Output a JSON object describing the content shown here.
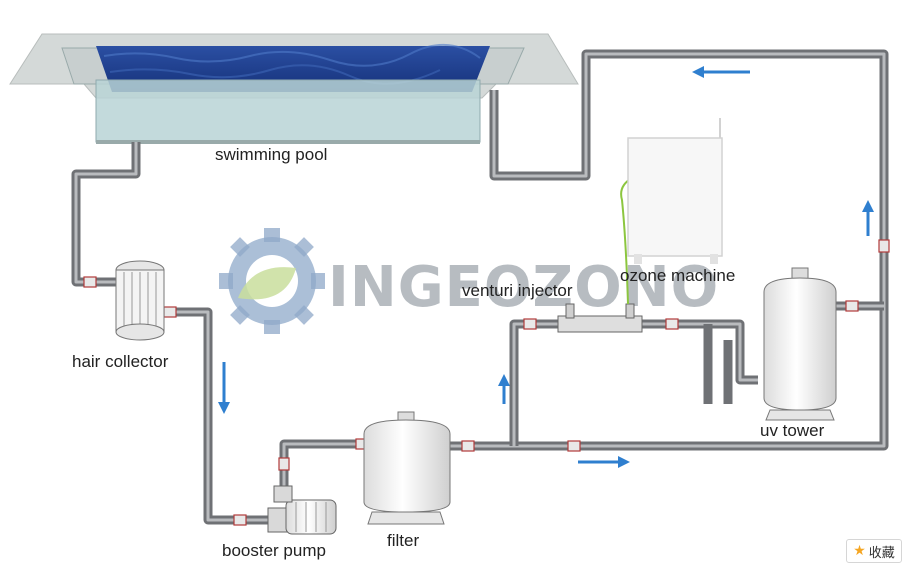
{
  "labels": {
    "swimming_pool": "swimming pool",
    "hair_collector": "hair collector",
    "booster_pump": "booster pump",
    "filter": "filter",
    "venturi_injector": "venturi injector",
    "ozone_machine": "ozone machine",
    "uv_tower": "uv tower"
  },
  "watermark": {
    "text": "INGEOZONO"
  },
  "favorite_button": {
    "icon": "star-icon",
    "label": "收藏"
  },
  "colors": {
    "pipe": "#6f7175",
    "flow_arrow": "#2f7fcf",
    "pool_water": "#1e3f8c",
    "valve_mark": "#b13a3a"
  }
}
